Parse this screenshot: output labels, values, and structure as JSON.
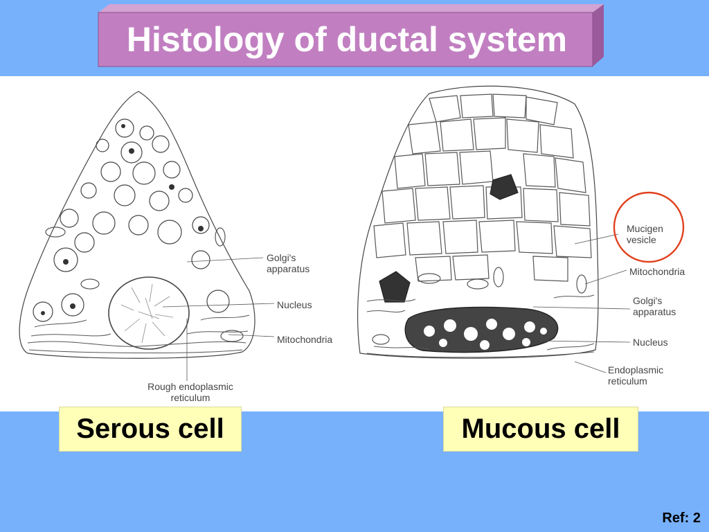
{
  "title": "Histology of ductal system",
  "colors": {
    "background": "#77b1fc",
    "title_box": "#c17fc1",
    "caption_box": "#ffffb8",
    "highlight_circle": "#e0411e"
  },
  "serous": {
    "caption": "Serous cell",
    "labels": {
      "golgi": "Golgi's\napparatus",
      "nucleus": "Nucleus",
      "mitochondria": "Mitochondria",
      "rer": "Rough endoplasmic\nreticulum"
    }
  },
  "mucous": {
    "caption": "Mucous cell",
    "labels": {
      "mucigen": "Mucigen\nvesicle",
      "mitochondria": "Mitochondria",
      "golgi": "Golgi's\napparatus",
      "nucleus": "Nucleus",
      "er": "Endoplasmic\nreticulum"
    }
  },
  "ref": "Ref: 2"
}
